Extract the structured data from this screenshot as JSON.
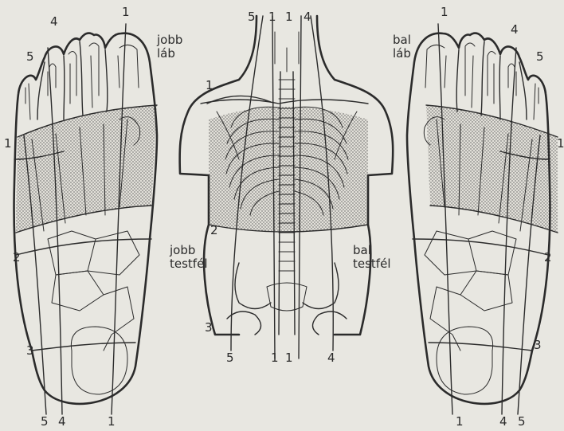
{
  "captions": {
    "right_foot_line1": "jobb",
    "right_foot_line2": "láb",
    "left_foot_line1": "bal",
    "left_foot_line2": "láb",
    "right_side_line1": "jobb",
    "right_side_line2": "testfél",
    "left_side_line1": "bal",
    "left_side_line2": "testfél"
  },
  "labels": {
    "rf_5": "5",
    "rf_4": "4",
    "rf_1top": "1",
    "rf_1side": "1",
    "rf_2": "2",
    "rf_3": "3",
    "rf_b5": "5",
    "rf_b4": "4",
    "rf_b1": "1",
    "t_5": "5",
    "t_1a": "1",
    "t_1b": "1",
    "t_4": "4",
    "t_1side": "1",
    "t_2": "2",
    "t_3": "3",
    "t_b5": "5",
    "t_b1a": "1",
    "t_b1b": "1",
    "t_b4": "4",
    "lf_1top": "1",
    "lf_4": "4",
    "lf_5": "5",
    "lf_1side": "1",
    "lf_2": "2",
    "lf_3": "3",
    "lf_b1": "1",
    "lf_b4": "4",
    "lf_b5": "5"
  },
  "colors": {
    "ink": "#2b2b2b",
    "paper": "#e8e7e1",
    "shade": "#c9c6bd"
  }
}
